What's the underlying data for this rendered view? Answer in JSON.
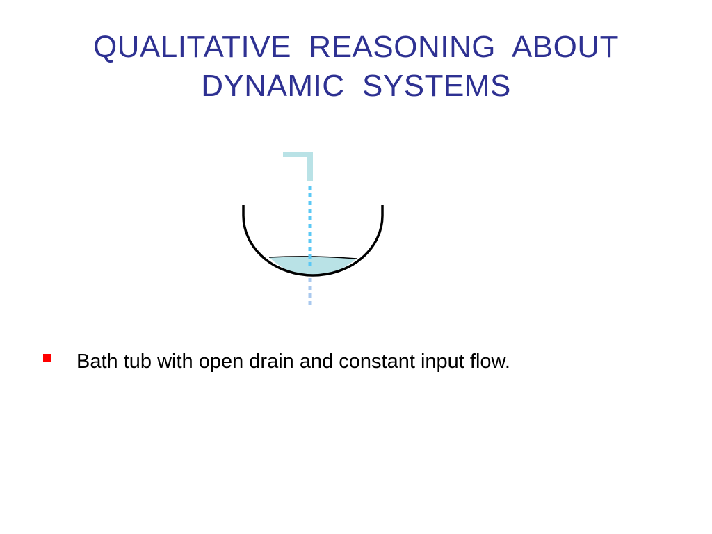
{
  "slide": {
    "title_lines": [
      "QUALITATIVE  REASONING  ABOUT",
      "DYNAMIC  SYSTEMS"
    ],
    "bullets": [
      {
        "text": "Bath tub with open drain and constant input flow."
      }
    ]
  },
  "colors": {
    "title": "#2e3192",
    "bullet_marker": "#ff0000",
    "faucet": "#b9e2e6",
    "inflow": "#5bc8f5",
    "water": "#b9e2e6",
    "outflow": "#a9c8ee",
    "tub": "#000000"
  },
  "icons": {
    "bullet": "square-bullet-icon"
  }
}
